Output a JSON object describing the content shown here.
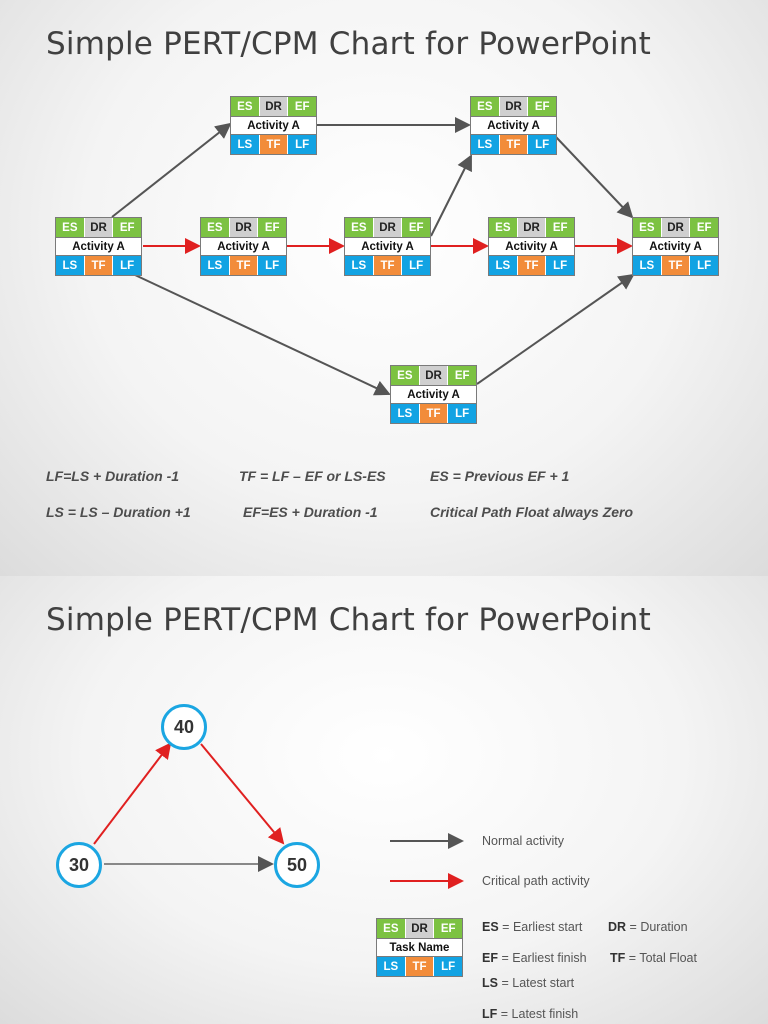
{
  "slide1": {
    "title": "Simple PERT/CPM Chart for PowerPoint",
    "node_labels": {
      "es": "ES",
      "dr": "DR",
      "ef": "EF",
      "ls": "LS",
      "tf": "TF",
      "lf": "LF",
      "activity": "Activity A"
    },
    "formulas": {
      "f1": "LF=LS + Duration -1",
      "f2": "TF = LF – EF or LS-ES",
      "f3": "ES = Previous EF + 1",
      "f4": "LS = LS – Duration +1",
      "f5": "EF=ES + Duration -1",
      "f6": "Critical Path Float always Zero"
    }
  },
  "slide2": {
    "title": "Simple PERT/CPM Chart for PowerPoint",
    "circles": {
      "a": "30",
      "b": "40",
      "c": "50"
    },
    "legend": {
      "normal": "Normal activity",
      "critical": "Critical path activity",
      "task_name": "Task Name",
      "es_key": "ES",
      "es_desc": "= Earliest start",
      "dr_key": "DR",
      "dr_desc": "= Duration",
      "ef_key": "EF",
      "ef_desc": "= Earliest finish",
      "tf_key": "TF",
      "tf_desc": "= Total Float",
      "ls_key": "LS",
      "ls_desc": "= Latest start",
      "lf_key": "LF",
      "lf_desc": "= Latest finish"
    }
  },
  "colors": {
    "green": "#7cc242",
    "gray": "#cfcfcf",
    "blue": "#12a3e3",
    "orange": "#f28c3a",
    "critical": "#e02020",
    "normal": "#555555",
    "circle": "#1ba6e2"
  }
}
